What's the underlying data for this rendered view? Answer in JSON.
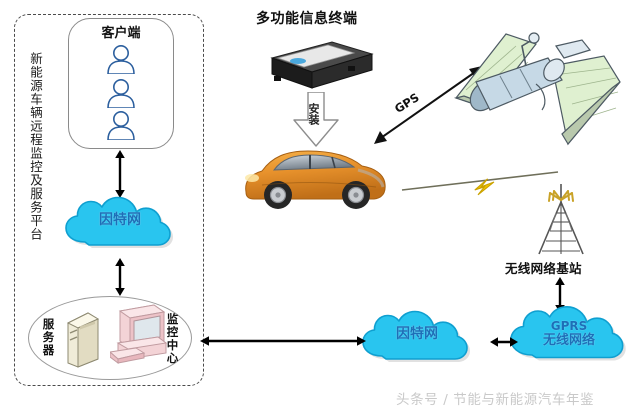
{
  "diagram": {
    "title_vertical": "新能源车辆远程监控及服务平台",
    "client_panel": {
      "title": "客户端",
      "user_icons": [
        "user-icon",
        "user-icon",
        "user-icon"
      ]
    },
    "internet_cloud_left": "因特网",
    "internet_cloud_bottom": "因特网",
    "gprs_cloud": {
      "line1": "GPRS",
      "line2": "无线网络"
    },
    "datacenter": {
      "server_label": "服务器",
      "monitor_center_label": "监控中心"
    },
    "terminal": {
      "title": "多功能信息终端",
      "install_label": "安装"
    },
    "gps_link_label": "GPS",
    "base_station_label": "无线网络基站",
    "vehicle": "electric-car-icon",
    "satellite": "satellite-icon",
    "watermark": "头条号 / 节能与新能源汽车年鉴",
    "colors": {
      "cloud_fill": "#29c5ef",
      "cloud_stroke": "#0f9fd0",
      "cloud_text": "#1d6fb8",
      "dashed_border": "#4a4a4a",
      "arrow": "#000000",
      "person_stroke": "#2c5f9e",
      "car_body": "#e8922c",
      "satellite_panel": "#d6e9c8",
      "signal_bolt": "#f2c400",
      "watermark": "#c9c9c9"
    }
  }
}
